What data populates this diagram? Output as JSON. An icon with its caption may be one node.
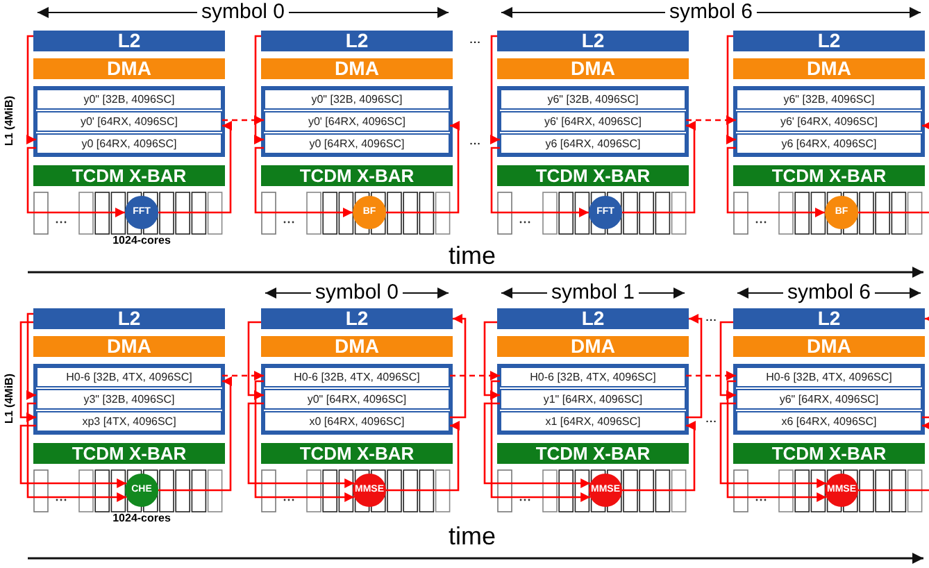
{
  "diagram": {
    "nodes": [
      {
        "text": [
          "L2"
        ]
      },
      {
        "text": [
          "DMA"
        ]
      },
      {
        "text": [],
        "shape": "box",
        "beside": [
          "L1 (4MiB)"
        ]
      },
      {
        "text": [
          "y0\" [32B, 4096SC]"
        ],
        "in": 2
      },
      {
        "text": [
          "y0' [64RX, 4096SC]"
        ],
        "in": 2
      },
      {
        "text": [
          "y0 [64RX, 4096SC]"
        ],
        "in": 2
      },
      {
        "text": [
          "TCDM X-BAR"
        ]
      },
      {
        "text": [
          "FFT"
        ],
        "beside": [
          "1024-cores"
        ]
      },
      {
        "text": [
          "L2"
        ]
      },
      {
        "text": [
          "DMA"
        ]
      },
      {
        "text": [],
        "shape": "box"
      },
      {
        "text": [
          "y0\" [32B, 4096SC]"
        ],
        "in": 10
      },
      {
        "text": [
          "y0' [64RX, 4096SC]"
        ],
        "in": 10
      },
      {
        "text": [
          "y0 [64RX, 4096SC]"
        ],
        "in": 10
      },
      {
        "text": [
          "TCDM X-BAR"
        ]
      },
      {
        "text": [
          "BF"
        ]
      },
      {
        "text": [
          "L2"
        ]
      },
      {
        "text": [
          "DMA"
        ]
      },
      {
        "text": [],
        "shape": "box"
      },
      {
        "text": [
          "y6\" [32B, 4096SC]"
        ],
        "in": 18
      },
      {
        "text": [
          "y6' [64RX, 4096SC]"
        ],
        "in": 18
      },
      {
        "text": [
          "y6 [64RX, 4096SC]"
        ],
        "in": 18
      },
      {
        "text": [
          "TCDM X-BAR"
        ]
      },
      {
        "text": [
          "FFT"
        ]
      },
      {
        "text": [
          "L2"
        ]
      },
      {
        "text": [
          "DMA"
        ]
      },
      {
        "text": [],
        "shape": "box"
      },
      {
        "text": [
          "y6\" [32B, 4096SC]"
        ],
        "in": 26
      },
      {
        "text": [
          "y6' [64RX, 4096SC]"
        ],
        "in": 26
      },
      {
        "text": [
          "y6 [64RX, 4096SC]"
        ],
        "in": 26
      },
      {
        "text": [
          "TCDM X-BAR"
        ]
      },
      {
        "text": [
          "BF"
        ]
      },
      {
        "text": [
          "L2"
        ]
      },
      {
        "text": [
          "DMA"
        ]
      },
      {
        "text": [],
        "shape": "box",
        "beside": [
          "L1 (4MiB)"
        ]
      },
      {
        "text": [
          "H0-6 [32B, 4TX, 4096SC]"
        ],
        "in": 34
      },
      {
        "text": [
          "y3\" [32B, 4096SC]"
        ],
        "in": 34
      },
      {
        "text": [
          "xp3 [4TX, 4096SC]"
        ],
        "in": 34
      },
      {
        "text": [
          "TCDM X-BAR"
        ]
      },
      {
        "text": [
          "CHE"
        ],
        "beside": [
          "1024-cores"
        ]
      },
      {
        "text": [
          "L2"
        ]
      },
      {
        "text": [
          "DMA"
        ]
      },
      {
        "text": [],
        "shape": "box"
      },
      {
        "text": [
          "H0-6 [32B, 4TX, 4096SC]"
        ],
        "in": 42
      },
      {
        "text": [
          "y0\" [64RX, 4096SC]"
        ],
        "in": 42
      },
      {
        "text": [
          "x0 [64RX, 4096SC]"
        ],
        "in": 42
      },
      {
        "text": [
          "TCDM X-BAR"
        ]
      },
      {
        "text": [
          "MMSE"
        ]
      },
      {
        "text": [
          "L2"
        ]
      },
      {
        "text": [
          "DMA"
        ]
      },
      {
        "text": [],
        "shape": "box"
      },
      {
        "text": [
          "H0-6 [32B, 4TX, 4096SC]"
        ],
        "in": 50
      },
      {
        "text": [
          "y1\" [64RX, 4096SC]"
        ],
        "in": 50
      },
      {
        "text": [
          "x1 [64RX, 4096SC]"
        ],
        "in": 50
      },
      {
        "text": [
          "TCDM X-BAR"
        ]
      },
      {
        "text": [
          "MMSE"
        ]
      },
      {
        "text": [
          "L2"
        ]
      },
      {
        "text": [
          "DMA"
        ]
      },
      {
        "text": [],
        "shape": "box"
      },
      {
        "text": [
          "H0-6 [32B, 4TX, 4096SC]"
        ],
        "in": 58
      },
      {
        "text": [
          "y6\" [64RX, 4096SC]"
        ],
        "in": 58
      },
      {
        "text": [
          "x6 [64RX, 4096SC]"
        ],
        "in": 58
      },
      {
        "text": [
          "TCDM X-BAR"
        ]
      },
      {
        "text": [
          "MMSE"
        ]
      }
    ],
    "edges": [
      {
        "from": 0,
        "to": 5,
        "arrow": "to"
      },
      {
        "from": 5,
        "to": 7,
        "arrow": "to"
      },
      {
        "from": 7,
        "to": 4,
        "arrow": "to"
      },
      {
        "from": 4,
        "to": 12,
        "arrow": "to",
        "style": "dashed"
      },
      {
        "from": 8,
        "to": 13,
        "arrow": "to"
      },
      {
        "from": 13,
        "to": 15,
        "arrow": "to"
      },
      {
        "from": 15,
        "to": 12,
        "arrow": "to"
      },
      {
        "from": 16,
        "to": 21,
        "arrow": "to"
      },
      {
        "from": 21,
        "to": 23,
        "arrow": "to"
      },
      {
        "from": 23,
        "to": 20,
        "arrow": "to"
      },
      {
        "from": 20,
        "to": 28,
        "arrow": "to",
        "style": "dashed"
      },
      {
        "from": 24,
        "to": 29,
        "arrow": "to"
      },
      {
        "from": 29,
        "to": 31,
        "arrow": "to"
      },
      {
        "from": 31,
        "to": 28,
        "arrow": "to"
      },
      {
        "from": 32,
        "to": 36,
        "arrow": "to"
      },
      {
        "from": 32,
        "to": 37,
        "arrow": "to"
      },
      {
        "from": 36,
        "to": 39,
        "arrow": "to"
      },
      {
        "from": 37,
        "to": 39,
        "arrow": "to"
      },
      {
        "from": 39,
        "to": 35,
        "arrow": "to"
      },
      {
        "from": 35,
        "to": 43,
        "arrow": "to",
        "style": "dashed"
      },
      {
        "from": 40,
        "to": 44,
        "arrow": "to"
      },
      {
        "from": 43,
        "to": 47,
        "arrow": "to"
      },
      {
        "from": 44,
        "to": 47,
        "arrow": "to"
      },
      {
        "from": 47,
        "to": 45,
        "arrow": "to"
      },
      {
        "from": 45,
        "to": 40,
        "arrow": "to"
      },
      {
        "from": 43,
        "to": 51,
        "arrow": "to",
        "style": "dashed"
      },
      {
        "from": 48,
        "to": 52,
        "arrow": "to"
      },
      {
        "from": 51,
        "to": 55,
        "arrow": "to"
      },
      {
        "from": 52,
        "to": 55,
        "arrow": "to"
      },
      {
        "from": 55,
        "to": 53,
        "arrow": "to"
      },
      {
        "from": 53,
        "to": 48,
        "arrow": "to"
      },
      {
        "from": 51,
        "to": 59,
        "arrow": "to",
        "style": "dashed"
      },
      {
        "from": 56,
        "to": 60,
        "arrow": "to"
      },
      {
        "from": 59,
        "to": 63,
        "arrow": "to"
      },
      {
        "from": 60,
        "to": 63,
        "arrow": "to"
      },
      {
        "from": 63,
        "to": 61,
        "arrow": "to"
      },
      {
        "from": 61,
        "to": 56,
        "arrow": "to"
      }
    ],
    "labels": [
      "symbol 0",
      "symbol 6",
      "...",
      "...",
      "time",
      "symbol 0",
      "symbol 1",
      "symbol 6",
      "...",
      "...",
      "time"
    ]
  }
}
